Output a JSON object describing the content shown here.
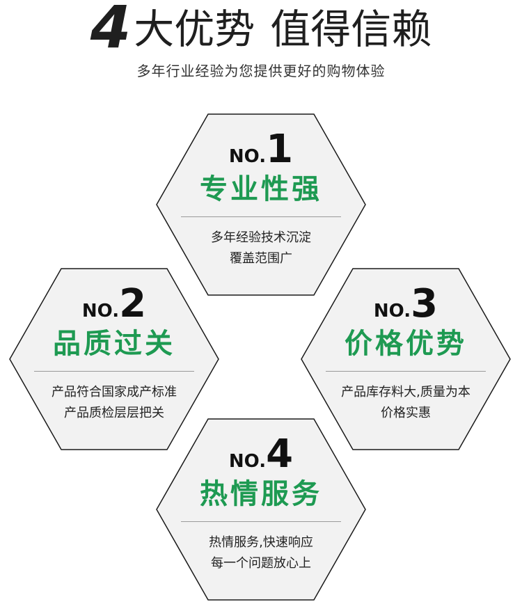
{
  "header": {
    "title_number": "4",
    "title_part1": "大优势",
    "title_part2": "值得信赖",
    "subtitle": "多年行业经验为您提供更好的购物体验"
  },
  "colors": {
    "accent_green": "#1e9a52",
    "hex_fill": "#f2f2f2",
    "hex_border": "#1a1a1a"
  },
  "cards": [
    {
      "no_prefix": "NO.",
      "no_number": "1",
      "name": "专业性强",
      "desc_line1": "多年经验技术沉淀",
      "desc_line2": "覆盖范围广"
    },
    {
      "no_prefix": "NO.",
      "no_number": "2",
      "name": "品质过关",
      "desc_line1": "产品符合国家成产标准",
      "desc_line2": "产品质检层层把关"
    },
    {
      "no_prefix": "NO.",
      "no_number": "3",
      "name": "价格优势",
      "desc_line1": "产品库存料大,质量为本",
      "desc_line2": "价格实惠"
    },
    {
      "no_prefix": "NO.",
      "no_number": "4",
      "name": "热情服务",
      "desc_line1": "热情服务,快速响应",
      "desc_line2": "每一个问题放心上"
    }
  ]
}
